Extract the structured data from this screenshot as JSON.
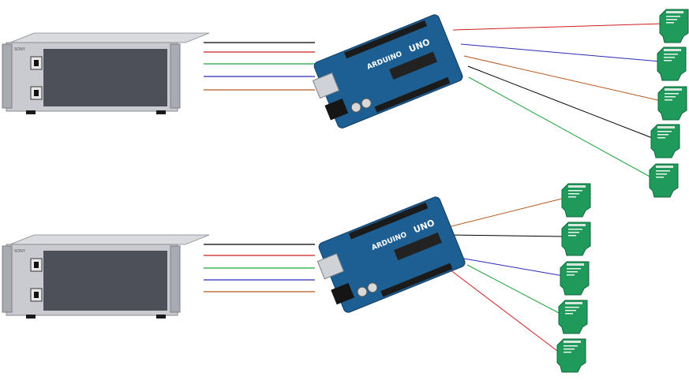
{
  "colors": {
    "black": "#000000",
    "red": "#cc1f1f",
    "green": "#1aa33a",
    "blue": "#2a2ab8",
    "brown": "#b5581e",
    "board": "#1e5f93",
    "sensor": "#1f9a5a"
  },
  "groups": [
    {
      "rack": {
        "brand": "SONY"
      },
      "board": {
        "logo": "ARDUINO",
        "model": "UNO"
      },
      "rack_cables": [
        "black",
        "red",
        "green",
        "blue",
        "brown"
      ],
      "sensor_cables": [
        "red",
        "blue",
        "brown",
        "black",
        "green"
      ]
    },
    {
      "rack": {
        "brand": "SONY"
      },
      "board": {
        "logo": "ARDUINO",
        "model": "UNO"
      },
      "rack_cables": [
        "black",
        "red",
        "green",
        "blue",
        "brown"
      ],
      "sensor_cables": [
        "brown",
        "black",
        "blue",
        "green",
        "red"
      ]
    }
  ],
  "icons": {
    "rack": "rack-server-icon",
    "board": "arduino-board-icon",
    "sensor": "sensor-module-icon"
  }
}
